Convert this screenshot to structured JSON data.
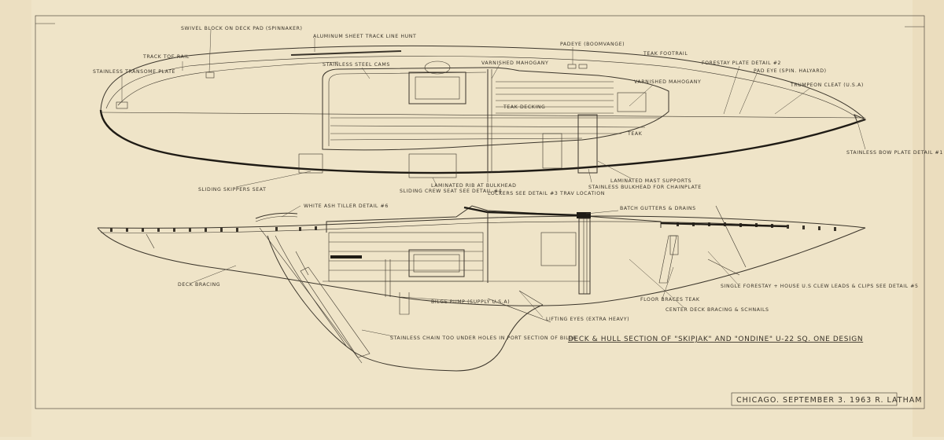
{
  "drawing": {
    "title": "DECK & HULL SECTION OF \"SKIPJAK\" AND \"ONDINE\"  U-22 SQ. ONE DESIGN",
    "stamp": "CHICAGO.  SEPTEMBER 3. 1963   R. LATHAM"
  },
  "plan_labels": {
    "aluminum_track": "ALUMINUM SHEET TRACK LINE HUNT",
    "swivel_block": "SWIVEL BLOCK ON DECK PAD (SPINNAKER)",
    "track_toe_rail": "TRACK TOE RAIL",
    "stainless_transom": "STAINLESS TRANSOME PLATE",
    "stainless_cams": "STAINLESS STEEL CAMS",
    "varnished_mahogany_1": "VARNISHED MAHOGANY",
    "padeye": "PADEYE (BOOMVANGE)",
    "teak_footrail": "TEAK FOOTRAIL",
    "forestay_plate": "FORESTAY PLATE DETAIL #2",
    "pad_eye_spin": "PAD EYE (SPIN. HALYARD)",
    "varnished_mahogany_2": "VARNISHED MAHOGANY",
    "trumpeter_cleat": "TRUMPEON CLEAT (U.S.A)",
    "teak_decking": "TEAK DECKING",
    "teak": "TEAK",
    "stainless_bow": "STAINLESS BOW PLATE DETAIL #1",
    "laminated_mast": "LAMINATED MAST SUPPORTS",
    "stainless_bulkhead": "STAINLESS BULKHEAD FOR CHAINPLATE",
    "sliding_skipper": "SLIDING SKIPPERS SEAT",
    "sliding_crew": "SLIDING CREW SEAT SEE DETAIL #4",
    "laminated_rib": "LAMINATED RIB AT BULKHEAD",
    "lockers": "LOCKERS SEE DETAIL #3 TRAV LOCATION"
  },
  "profile_labels": {
    "white_ash_tiller": "WHITE ASH TILLER DETAIL #6",
    "batch_gutters": "BATCH GUTTERS & DRAINS",
    "deck_bracing_aft": "DECK BRACING",
    "single_forestay": "SINGLE FORESTAY + HOUSE U.S CLEW LEADS & CLIPS SEE DETAIL #5",
    "bilge_pump": "BILGE PUMP (SUPPLY U.S.A)",
    "floor_braces": "FLOOR BRACES TEAK",
    "center_bracing": "CENTER DECK BRACING & SCHNAILS",
    "lifting_eyes": "LIFTING EYES (EXTRA HEAVY)",
    "stainless_chain": "STAINLESS CHAIN TOO UNDER HOLES IN PORT SECTION OF BILGE"
  },
  "colors": {
    "paper": "#efe4c8",
    "ink": "#3b352b",
    "heavy_ink": "#1f1b15"
  }
}
